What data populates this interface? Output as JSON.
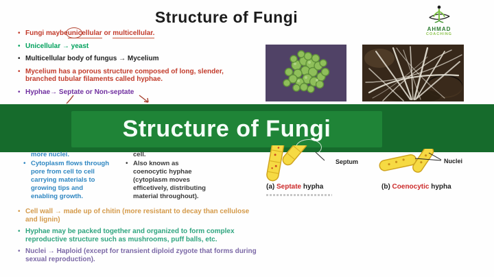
{
  "header": {
    "title": "Structure of Fungi"
  },
  "logo": {
    "name": "AHMAD",
    "subname": "COACHING",
    "icon": "person-book-swoosh-icon",
    "color_dark": "#2e7d32",
    "color_light": "#8bc34a"
  },
  "banner": {
    "title": "Structure of Fungi",
    "bg_outer": "#166b2c",
    "bg_inner": "#1f8437",
    "text_color": "#f5fff8"
  },
  "top_bullets": {
    "b1": {
      "pre": "Fungi maybe",
      "circled": "unicellular",
      "mid": " or ",
      "underlined": "multicellular.",
      "color": "#c23b2b"
    },
    "b2": {
      "text": "Unicellular → yeast",
      "color": "#00a15c"
    },
    "b3": {
      "text": "Multicellular body of fungus → Mycelium",
      "color": "#1f1f1f"
    },
    "b4": {
      "text": "Mycelium has a porous structure composed of long, slender,\nbranched tubular filaments called hyphae.",
      "color": "#c23b2b"
    },
    "b5": {
      "text": "Hyphae→ Septate or Non-septate",
      "color": "#7030a0"
    }
  },
  "middle": {
    "left_partial": "more nuclei.",
    "left_bullet": "Cytoplasm flows through\npore from cell to cell\ncarrying materials to\ngrowing tips and\nenabling growth.",
    "left_color": "#2e86c1",
    "right_partial": "cell.",
    "right_bullet": "Also known as\ncoenocytic hyphae\n(cytoplasm moves\nefficetively, distributing\nmaterial throughout).",
    "right_color": "#3a3a3a"
  },
  "diagram": {
    "septum_label": "Septum",
    "nuclei_label": "Nuclei",
    "caption_a_prefix": "(a) ",
    "caption_a_red": "Septate",
    "caption_a_suffix": " hypha",
    "caption_b_prefix": "(b) ",
    "caption_b_red": "Coenocytic",
    "caption_b_suffix": " hypha",
    "tube_fill": "#f6da43",
    "tube_stroke": "#cfa41e",
    "red": "#cc2a2a"
  },
  "bottom_bullets": {
    "b1": {
      "text": "Cell wall → made up of chitin (more resistant to decay than cellulose\nand lignin)",
      "color": "#d49a4a"
    },
    "b2": {
      "text": "Hyphae may be packed together and organized to form complex\nreproductive structure such as mushrooms, puff balls, etc.",
      "color": "#2fa57f"
    },
    "b3": {
      "text": "Nuclei → Haploid (except for transient diploid zygote that forms during\nsexual reproduction).",
      "color": "#7b68a6"
    }
  },
  "images": {
    "yeast_alt": "green yeast cells micrograph on purple background",
    "mycelium_alt": "white mycelium hyphae filaments on dark soil"
  }
}
